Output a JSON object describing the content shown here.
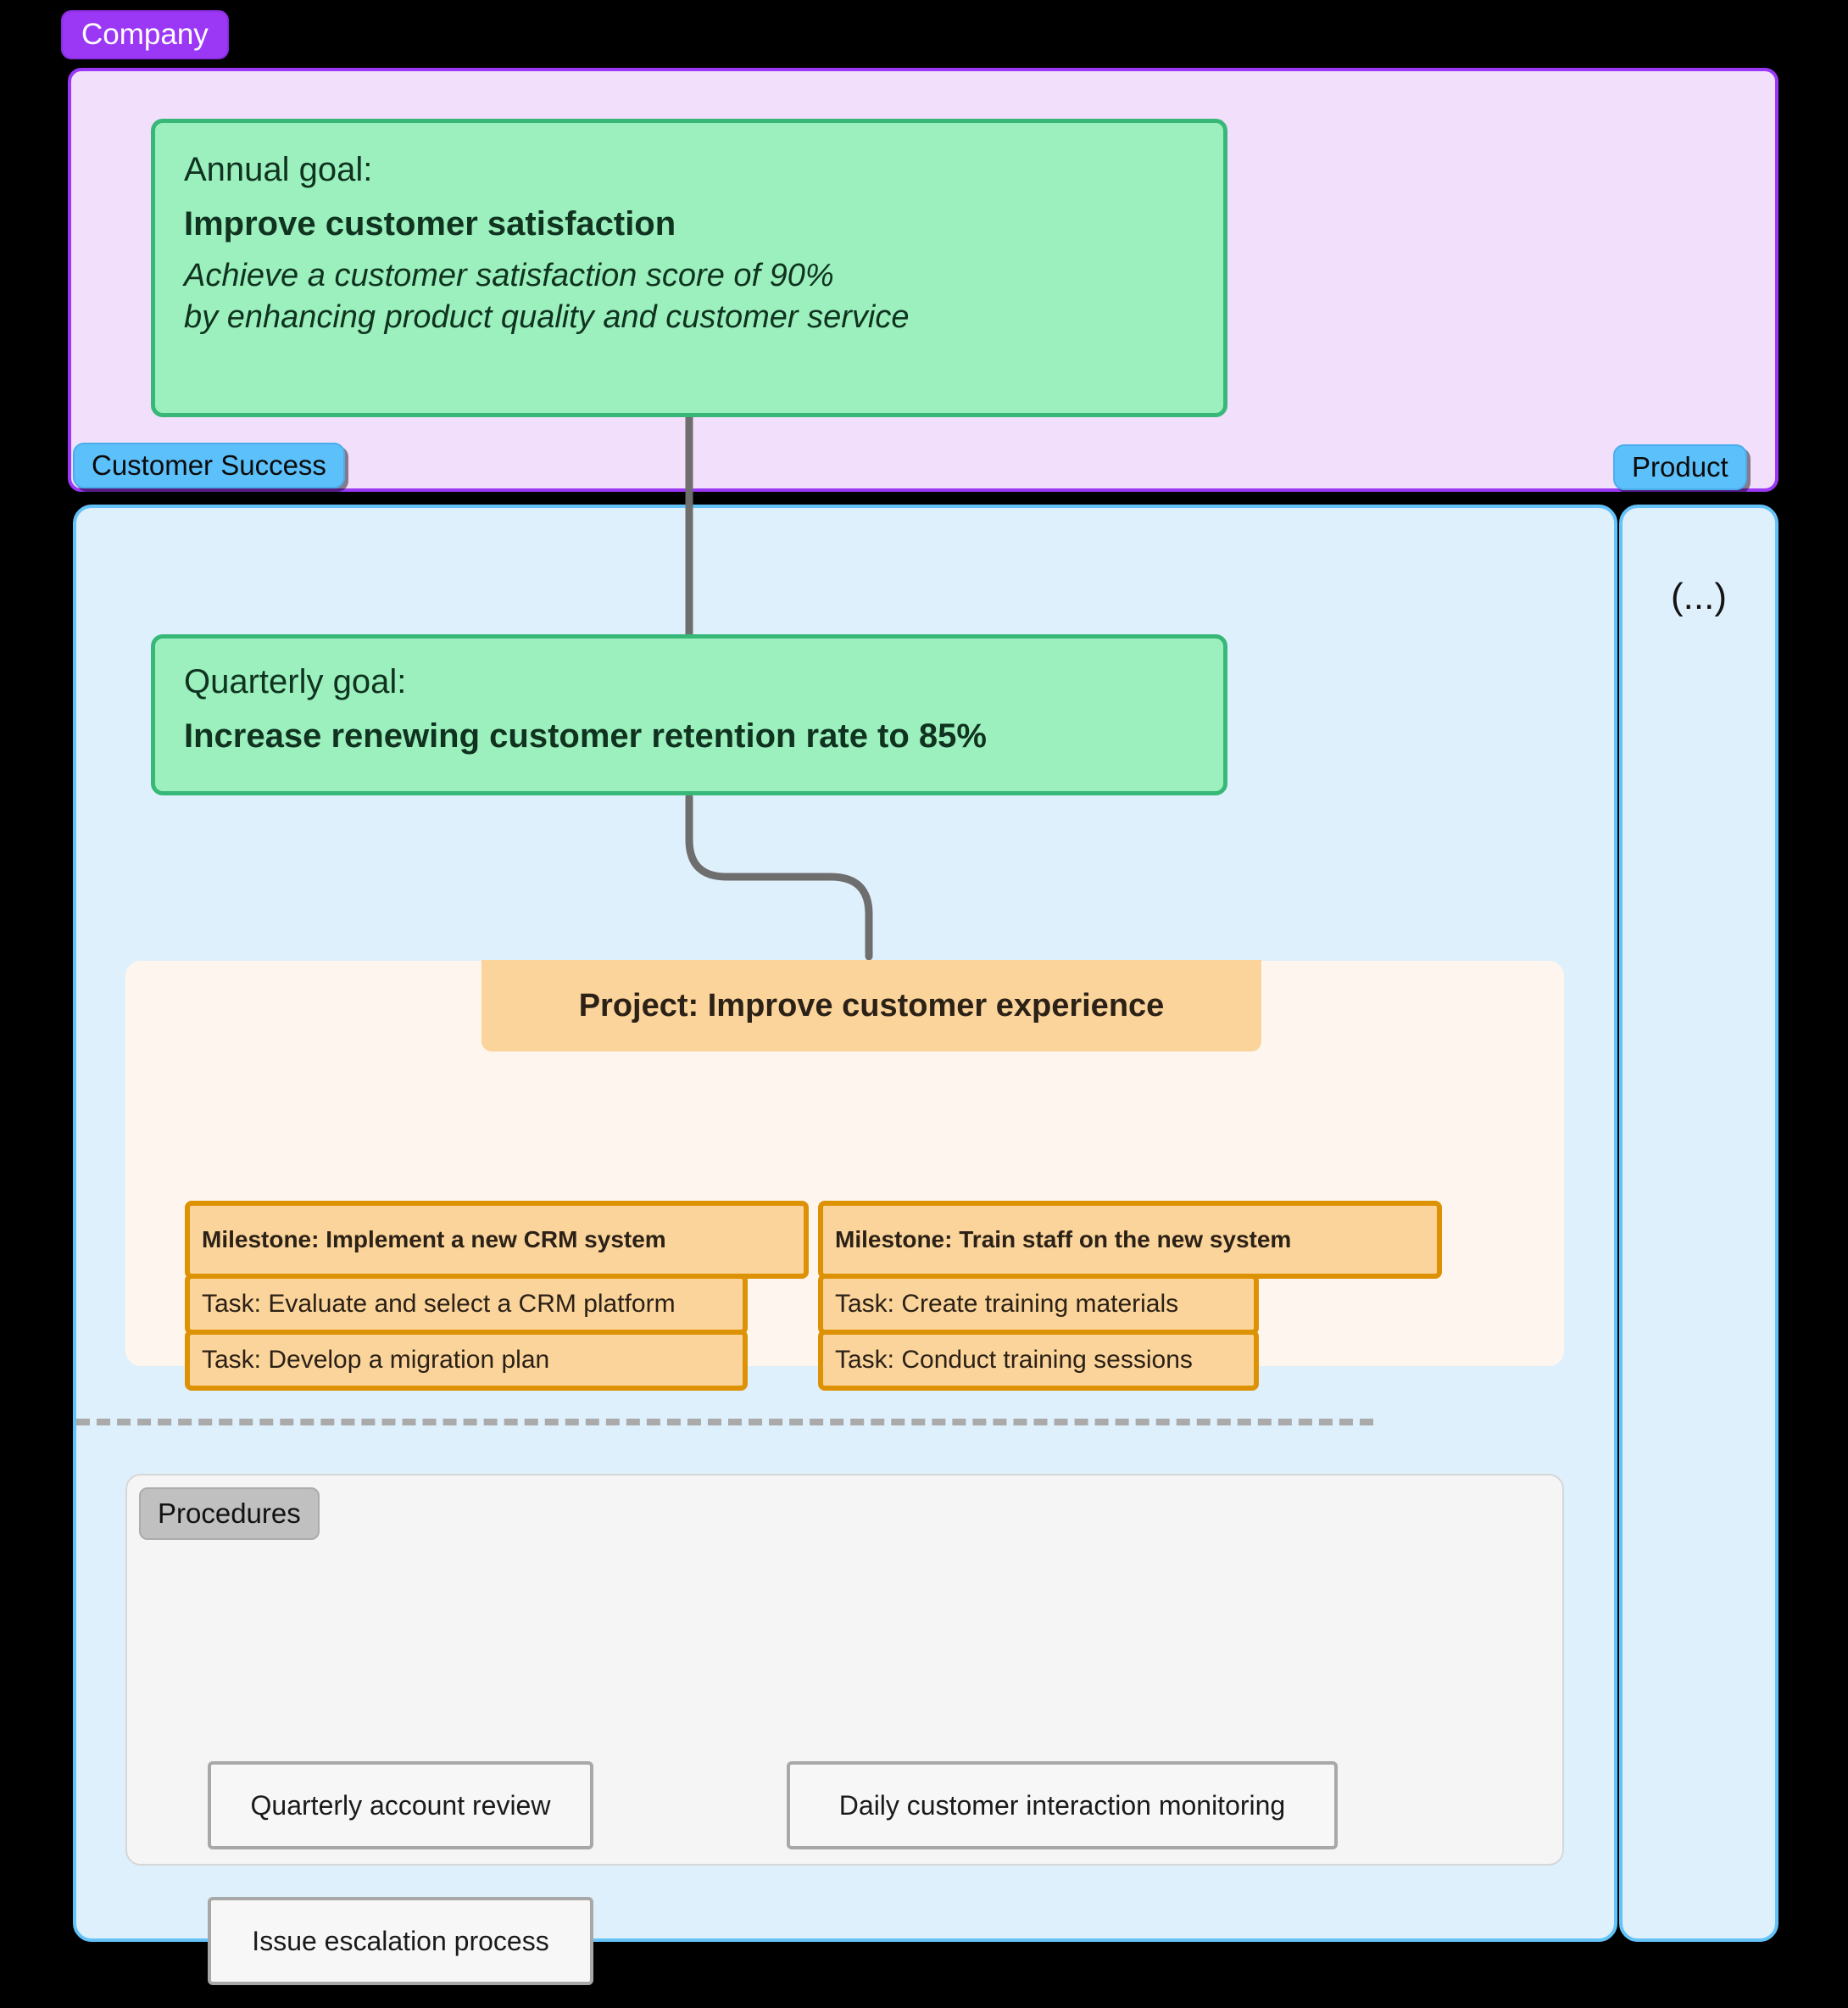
{
  "company": {
    "label": "Company"
  },
  "departments": [
    {
      "label": "Customer Success",
      "annual_goal": {
        "kicker": "Annual goal:",
        "title": "Improve customer satisfaction",
        "description_line1": "Achieve a customer satisfaction score of 90%",
        "description_line2": "by enhancing product quality and customer service"
      },
      "quarterly_goal": {
        "kicker": "Quarterly goal:",
        "title": "Increase renewing customer retention rate to 85%"
      },
      "project": {
        "header": "Project: Improve customer experience",
        "milestones": [
          {
            "label": "Milestone: Implement a new CRM system",
            "tasks": [
              "Task: Evaluate and select a CRM platform",
              "Task: Develop a migration plan"
            ]
          },
          {
            "label": "Milestone: Train staff on the new system",
            "tasks": [
              "Task: Create training materials",
              "Task: Conduct training sessions"
            ]
          }
        ]
      },
      "procedures": {
        "tag": "Procedures",
        "items": [
          "Quarterly account review",
          "Daily customer interaction monitoring",
          "Issue escalation process"
        ]
      }
    },
    {
      "label": "Product",
      "placeholder": "(...)"
    }
  ],
  "colors": {
    "company_accent": "#9B38F5",
    "company_fill": "#F2DFFC",
    "department_accent": "#5CC0FA",
    "department_fill": "#DFF0FD",
    "goal_fill": "#9BF0BE",
    "goal_border": "#38B878",
    "project_fill": "#FEF6EE",
    "milestone_fill": "#FBD49B",
    "milestone_border": "#DD9205",
    "procedures_fill": "#F5F5F5",
    "connector": "#6E6E6E",
    "divider": "#AAAAAA"
  }
}
